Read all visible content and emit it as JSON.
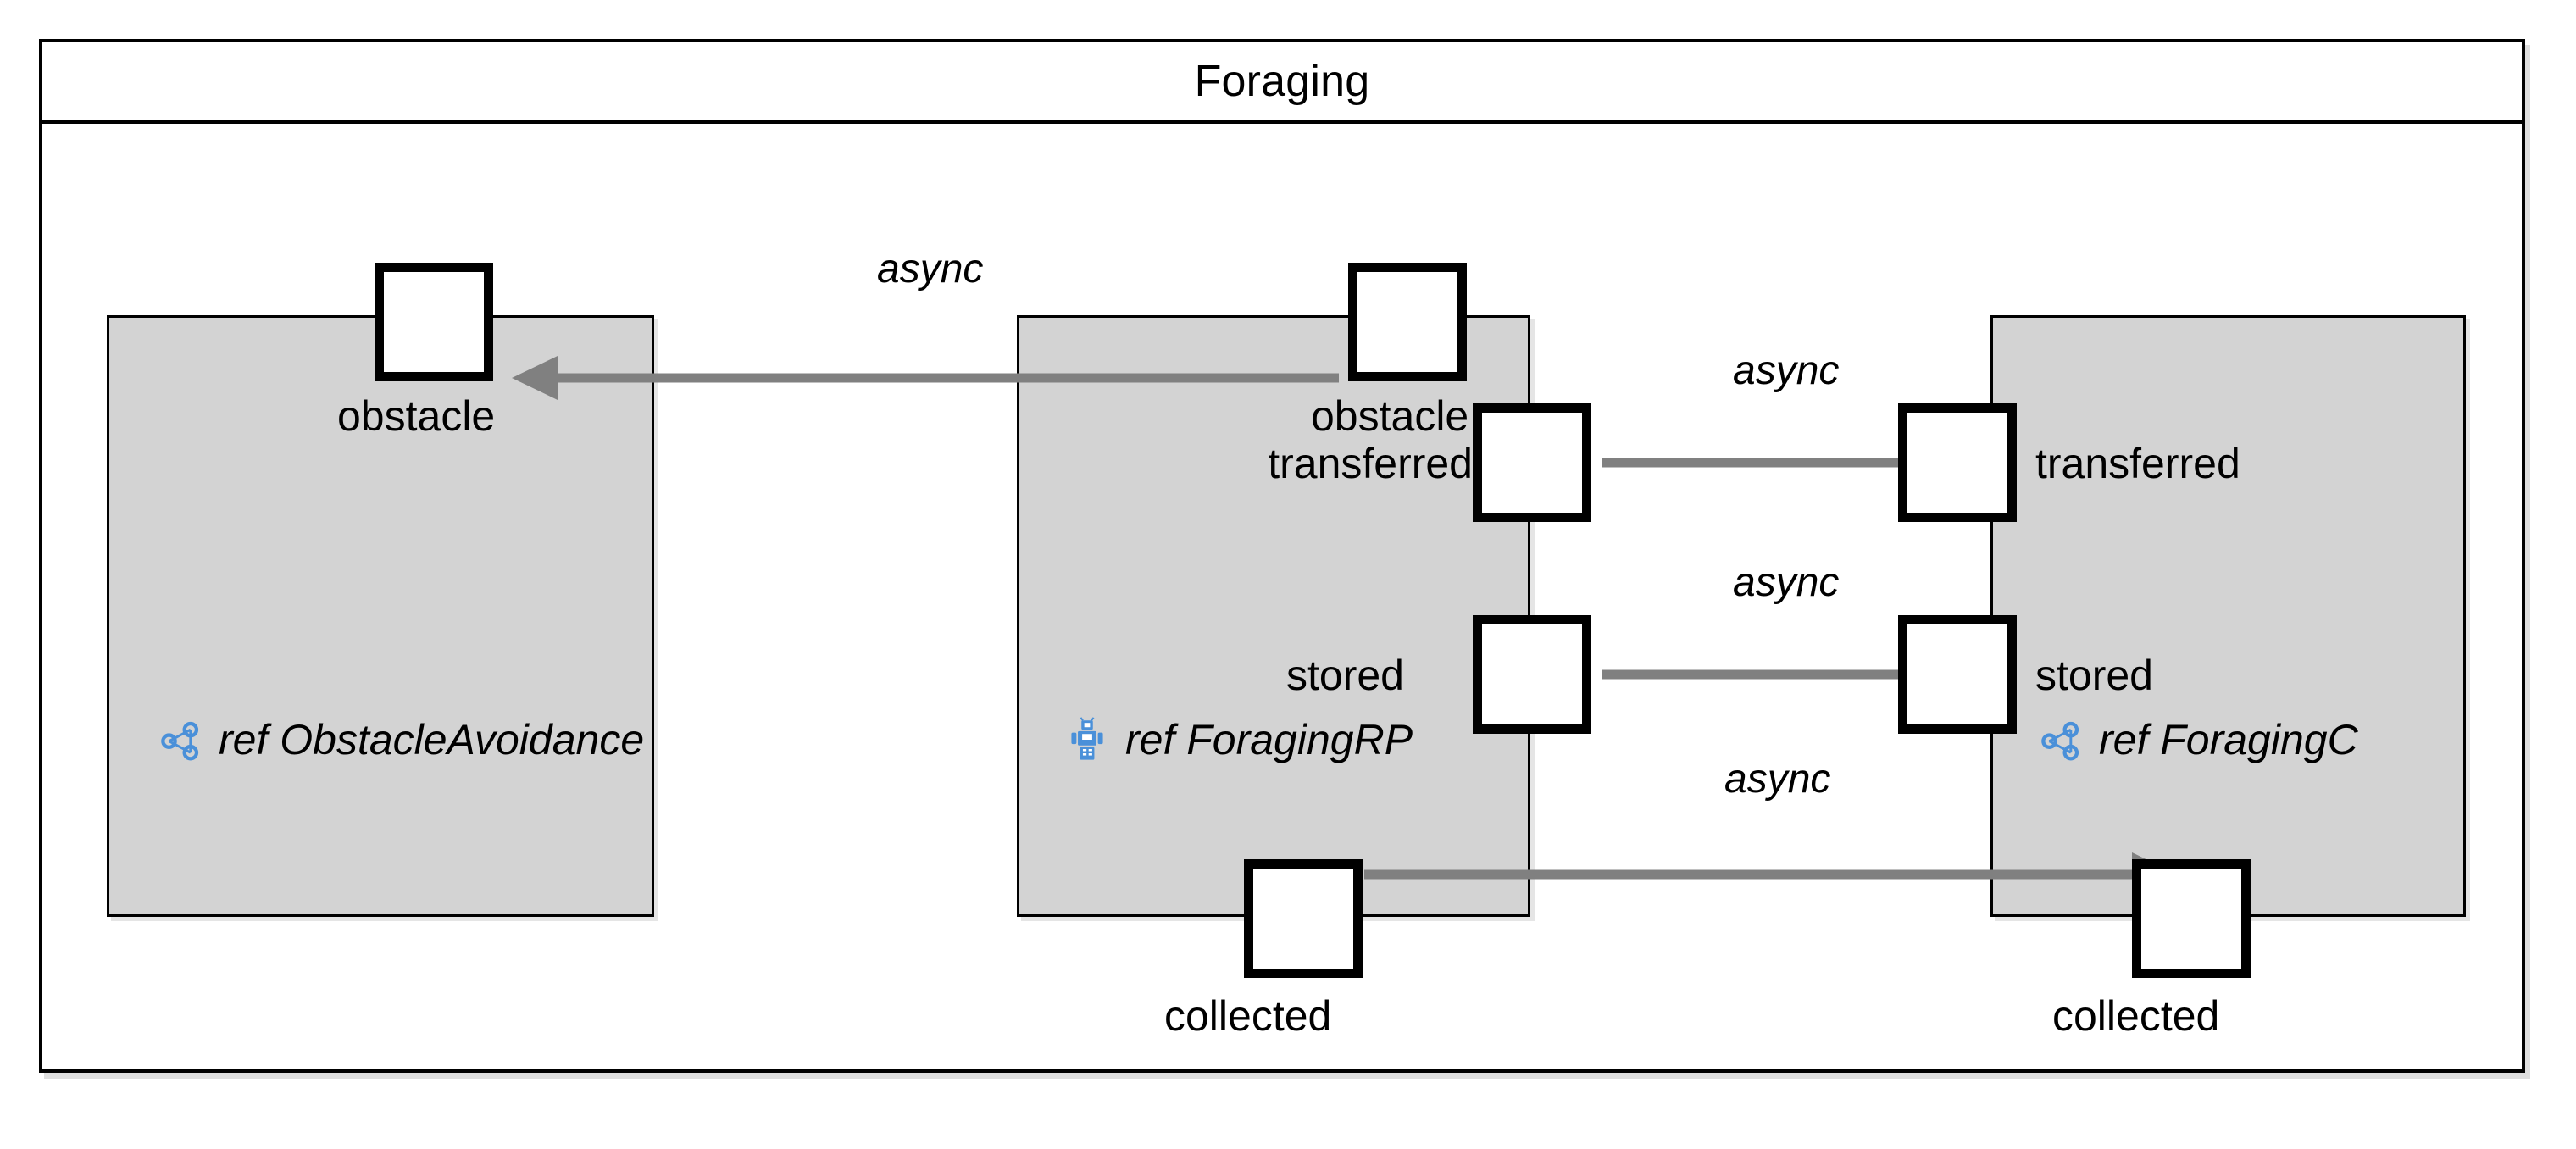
{
  "frame": {
    "title": "Foraging"
  },
  "parts": [
    {
      "id": "obstacle-avoidance",
      "ref_label": "ref ObstacleAvoidance",
      "icon": "network-graph-icon"
    },
    {
      "id": "foraging-rp",
      "ref_label": "ref ForagingRP",
      "icon": "robot-icon"
    },
    {
      "id": "foraging-c",
      "ref_label": "ref ForagingC",
      "icon": "network-graph-icon"
    }
  ],
  "ports": [
    {
      "id": "left-obstacle",
      "label": "obstacle"
    },
    {
      "id": "mid-obstacle",
      "label": "obstacle"
    },
    {
      "id": "mid-transferred",
      "label": "transferred"
    },
    {
      "id": "mid-stored",
      "label": "stored"
    },
    {
      "id": "mid-collected",
      "label": "collected"
    },
    {
      "id": "right-transferred",
      "label": "transferred"
    },
    {
      "id": "right-stored",
      "label": "stored"
    },
    {
      "id": "right-collected",
      "label": "collected"
    }
  ],
  "connectors": [
    {
      "id": "obstacle-conn",
      "label": "async",
      "from": "mid-obstacle",
      "to": "left-obstacle",
      "direction": "left"
    },
    {
      "id": "transferred-conn",
      "label": "async",
      "from": "mid-transferred",
      "to": "right-transferred",
      "direction": "right"
    },
    {
      "id": "stored-conn",
      "label": "async",
      "from": "mid-stored",
      "to": "right-stored",
      "direction": "right"
    },
    {
      "id": "collected-conn",
      "label": "async",
      "from": "mid-collected",
      "to": "right-collected",
      "direction": "right"
    }
  ],
  "colors": {
    "panel_fill": "#d3d3d3",
    "border": "#000000",
    "connector": "#808080",
    "icon_blue": "#4a90d9",
    "background": "#ffffff"
  }
}
